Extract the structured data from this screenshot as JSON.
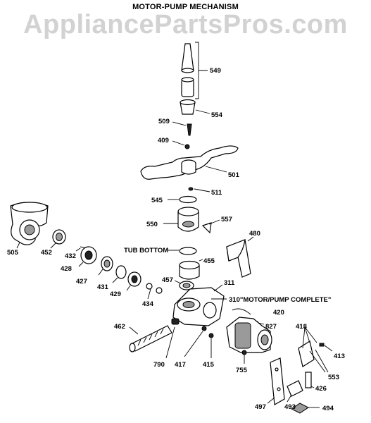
{
  "title": "MOTOR-PUMP MECHANISM",
  "watermark": "AppliancePartsPros.com",
  "labels": {
    "p549": "549",
    "p554": "554",
    "p509": "509",
    "p409": "409",
    "p501": "501",
    "p511": "511",
    "p545": "545",
    "p557": "557",
    "p550": "550",
    "p480": "480",
    "tub_bottom": "TUB BOTTOM",
    "p455": "455",
    "p505": "505",
    "p452": "452",
    "p432": "432",
    "p428": "428",
    "p427": "427",
    "p431": "431",
    "p429": "429",
    "p457": "457",
    "p311": "311",
    "p310": "310\"MOTOR/PUMP COMPLETE\"",
    "p434": "434",
    "p420": "420",
    "p827": "827",
    "p418": "418",
    "p462": "462",
    "p413": "413",
    "p553": "553",
    "p790": "790",
    "p417": "417",
    "p415": "415",
    "p755": "755",
    "p426": "426",
    "p497": "497",
    "p493": "493",
    "p494": "494"
  }
}
